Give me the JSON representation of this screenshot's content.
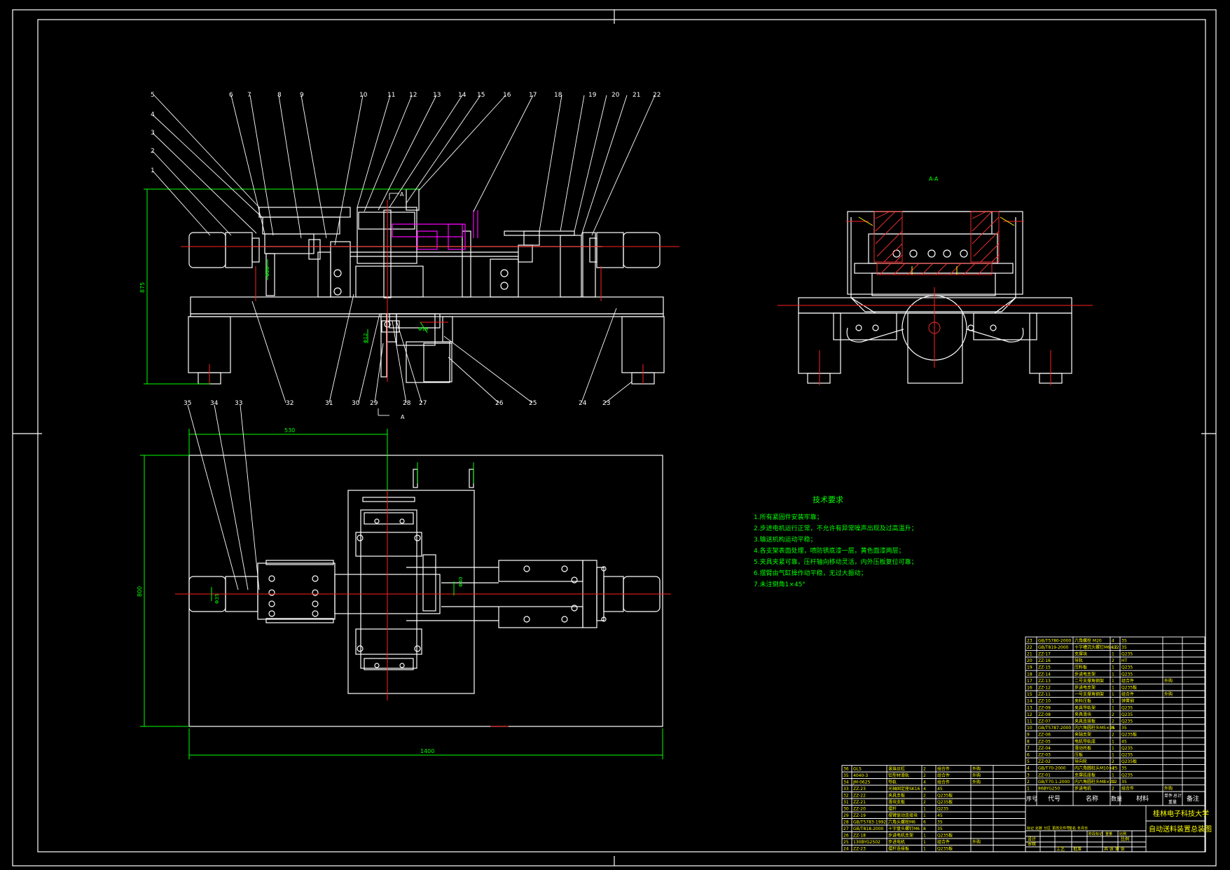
{
  "view_label": "A-A",
  "section_marks": [
    "A",
    "A"
  ],
  "balloons_front_top": [
    "5",
    "6",
    "7",
    "8",
    "9",
    "10",
    "11",
    "12",
    "13",
    "14",
    "15",
    "16",
    "17",
    "18",
    "19",
    "20",
    "21",
    "22"
  ],
  "balloons_front_left": [
    "4",
    "3",
    "2",
    "1"
  ],
  "balloons_front_bottom": [
    "32",
    "31",
    "30",
    "29",
    "28",
    "27",
    "26",
    "25",
    "24",
    "23"
  ],
  "balloons_plan_top": [
    "35",
    "34",
    "33"
  ],
  "dimensions": {
    "front_height": "875",
    "front_small_1": "Φ20",
    "front_small_2": "Φ12",
    "front_small_3": "Φ16",
    "plan_top_width": "530",
    "plan_height": "800",
    "plan_width": "1400",
    "plan_small_1": "Φ35",
    "plan_small_2": "Φ40"
  },
  "tech_requirements": {
    "title": "技术要求",
    "items": [
      "1.所有紧固件安装牢靠；",
      "2.步进电机运行正常，不允许有异常噪声出现及过高温升；",
      "3.输送机构运动平稳；",
      "4.各支架表面处理，喷防锈底漆一层，黄色面漆两层；",
      "5.夹具夹紧可靠，压杆轴向移动灵活，内外压板复位可靠；",
      "6.摆臂由气缸操作动平稳，无过大振动；",
      "7.未注倒角1×45°"
    ]
  },
  "bom_right": [
    [
      "23",
      "GB/T5780-2000",
      "六角螺栓 M20",
      "4",
      "35",
      ""
    ],
    [
      "22",
      "GB/T819-2000",
      "十字槽沉头螺钉M6×12",
      "12",
      "35",
      ""
    ],
    [
      "21",
      "ZZ-17",
      "支撑块",
      "1",
      "Q235",
      ""
    ],
    [
      "20",
      "ZZ-16",
      "导轨",
      "2",
      "HT",
      ""
    ],
    [
      "19",
      "ZZ-15",
      "压料板",
      "1",
      "Q235",
      ""
    ],
    [
      "18",
      "ZZ-14",
      "步进电支架",
      "1",
      "Q235",
      ""
    ],
    [
      "17",
      "ZZ-13",
      "二号支撑角钢架",
      "1",
      "组合件",
      "外购"
    ],
    [
      "16",
      "ZZ-12",
      "步进电支架",
      "1",
      "Q235板",
      ""
    ],
    [
      "15",
      "ZZ-11",
      "一号支撑角钢架",
      "1",
      "组合件",
      "外购"
    ],
    [
      "14",
      "ZZ-10",
      "夹料压板",
      "1",
      "弹簧钢",
      ""
    ],
    [
      "13",
      "ZZ-09",
      "夹具导轨架",
      "1",
      "Q235",
      ""
    ],
    [
      "12",
      "ZZ-08",
      "夹具滑块",
      "2",
      "Q235",
      ""
    ],
    [
      "11",
      "ZZ-07",
      "夹具连接板",
      "2",
      "Q235",
      ""
    ],
    [
      "10",
      "GB/T5787-2000",
      "内六角圆柱头M5×25",
      "8",
      "35",
      ""
    ],
    [
      "9",
      "ZZ-06",
      "夹轴支架",
      "2",
      "Q235板",
      ""
    ],
    [
      "8",
      "ZZ-05",
      "电机导轨座",
      "1",
      "45",
      ""
    ],
    [
      "7",
      "ZZ-04",
      "滑动托板",
      "1",
      "Q235",
      ""
    ],
    [
      "6",
      "ZZ-03",
      "压板",
      "1",
      "Q235",
      ""
    ],
    [
      "5",
      "ZZ-02",
      "导向轮",
      "2",
      "Q235板",
      ""
    ],
    [
      "4",
      "GB/T70-2000",
      "内六角圆柱头M10×25",
      "4",
      "35",
      ""
    ],
    [
      "3",
      "ZZ-01",
      "支撑底座板",
      "1",
      "Q235",
      ""
    ],
    [
      "2",
      "GB/T70.1-2000",
      "内六角圆柱头M8×20",
      "12",
      "35",
      ""
    ],
    [
      "1",
      "86BYG250",
      "步进电机",
      "2",
      "组合件",
      "外购"
    ]
  ],
  "bom_right_header": [
    "序号",
    "代号",
    "名称",
    "数量",
    "材料",
    "单件",
    "总计",
    "重量",
    "备注"
  ],
  "bom_left": [
    [
      "36",
      "GLS",
      "滚珠丝杠",
      "2",
      "组合件",
      "外购"
    ],
    [
      "35",
      "4040-3",
      "铝型材滑轨",
      "2",
      "组合件",
      "外购"
    ],
    [
      "34",
      "JM-0625",
      "导轨",
      "4",
      "组合件",
      "外购"
    ],
    [
      "33",
      "ZZ-23",
      "光轴固定座SK16",
      "4",
      "45",
      ""
    ],
    [
      "32",
      "ZZ-22",
      "夹具支板",
      "2",
      "Q235板",
      ""
    ],
    [
      "31",
      "ZZ-21",
      "滑块支板",
      "2",
      "Q235板",
      ""
    ],
    [
      "30",
      "ZZ-20",
      "摆杆",
      "1",
      "Q235",
      ""
    ],
    [
      "29",
      "ZZ-19",
      "摆臂驱动连接块",
      "1",
      "45",
      ""
    ],
    [
      "28",
      "GB/T5783-1992",
      "六角头螺栓M6",
      "6",
      "35",
      ""
    ],
    [
      "27",
      "GB/T818-2000",
      "十字盘头螺钉M6",
      "8",
      "35",
      ""
    ],
    [
      "26",
      "ZZ-18",
      "步进电机支架",
      "1",
      "Q235板",
      ""
    ],
    [
      "25",
      "130BYG2502",
      "步进电机",
      "1",
      "组合件",
      "外购"
    ],
    [
      "24",
      "ZZ-23",
      "摆杆连接板",
      "1",
      "Q235板",
      ""
    ]
  ],
  "title_block": {
    "school": "桂林电子科技大学",
    "drawing_title": "自动送料装置总装图",
    "scale_label": "比例",
    "sheet_label": "共 张 第 张",
    "row_labels": [
      "标记",
      "处数",
      "分区",
      "更改文件号",
      "签名",
      "年月日"
    ],
    "role_labels": [
      "设计",
      "审核",
      "工艺",
      "批准"
    ],
    "stage_labels": [
      "阶段标记",
      "重量",
      "比例"
    ]
  }
}
